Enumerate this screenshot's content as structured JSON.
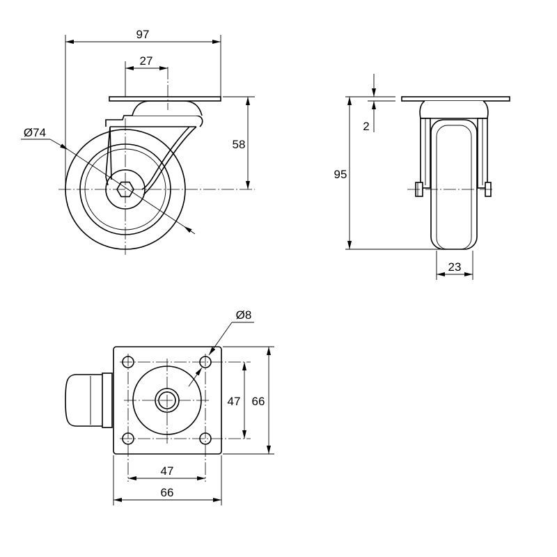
{
  "dimensions": {
    "front_view": {
      "overall_width": "97",
      "mount_offset": "27",
      "wheel_diameter": "Ø74",
      "axle_height": "58"
    },
    "side_view": {
      "plate_thickness": "2",
      "overall_height": "95",
      "wheel_width": "23"
    },
    "top_view": {
      "hole_diameter": "Ø8",
      "hole_spacing_vertical": "47",
      "plate_height": "66",
      "hole_spacing_horizontal": "47",
      "plate_width": "66"
    }
  }
}
